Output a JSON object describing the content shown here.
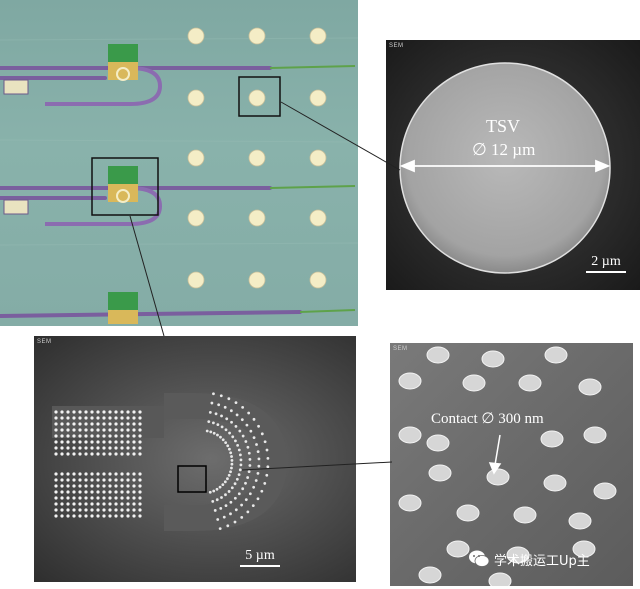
{
  "tsv_panel": {
    "label_line1": "TSV",
    "label_line2": "∅ 12 µm",
    "scale_label": "2 µm",
    "header_text": "SEM"
  },
  "device_panel": {
    "scale_label": "5 µm",
    "header_text": "SEM"
  },
  "contacts_panel": {
    "label": "Contact ∅ 300 nm",
    "header_text": "SEM"
  },
  "watermark": {
    "text": "学术搬运工Up主",
    "icon": "chat-bubbles-icon"
  },
  "colors": {
    "optical_bg": "#84aca6",
    "pad": "#f4edc6",
    "trace": "#7a5f9e",
    "sem_dark": "#2a2a2a"
  }
}
